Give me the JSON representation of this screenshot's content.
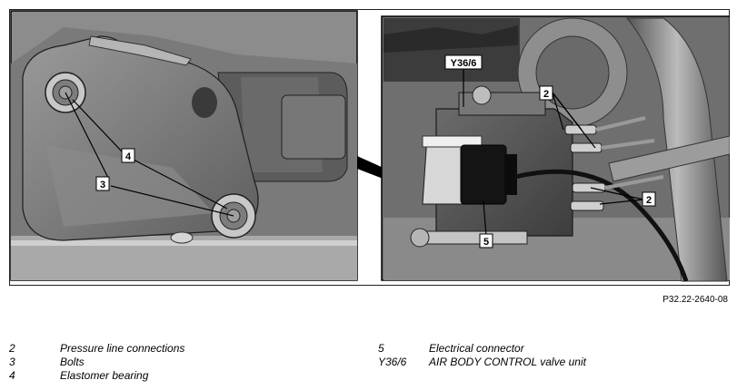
{
  "figure": {
    "code": "P32.22-2640-08",
    "left_panel_callouts": [
      "4",
      "3"
    ],
    "right_panel_callouts": [
      "Y36/6",
      "2",
      "2",
      "5"
    ]
  },
  "legend": {
    "left": [
      {
        "num": "2",
        "text": "Pressure line connections"
      },
      {
        "num": "3",
        "text": "Bolts"
      },
      {
        "num": "4",
        "text": "Elastomer bearing"
      }
    ],
    "right": [
      {
        "num": "5",
        "text": "Electrical connector"
      },
      {
        "num": "Y36/6",
        "text": "AIR BODY CONTROL valve unit"
      }
    ]
  }
}
